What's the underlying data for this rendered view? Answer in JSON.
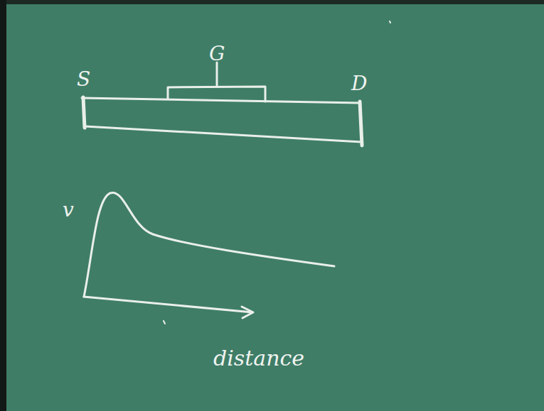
{
  "diagram": {
    "labels": [
      "S",
      "G",
      "D",
      "v",
      "distance"
    ]
  }
}
